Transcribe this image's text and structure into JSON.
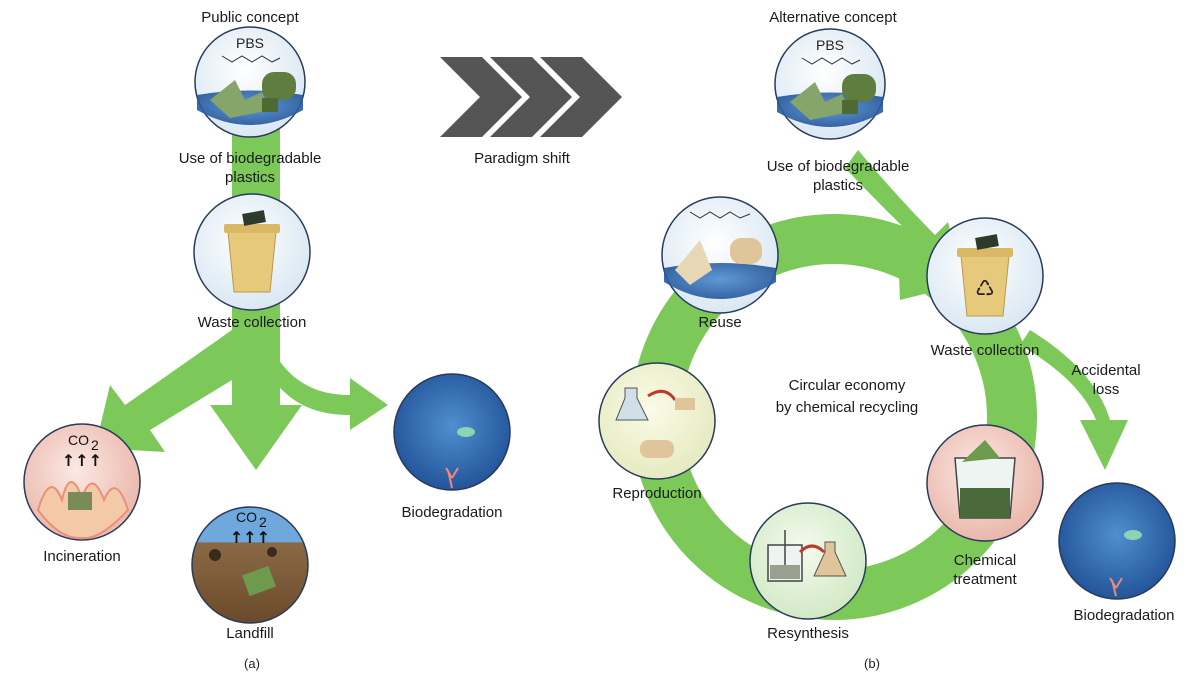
{
  "panel_a": {
    "title": "Public concept",
    "top_node": {
      "label_line1": "Use of biodegradable",
      "label_line2": "plastics",
      "chem_label": "PBS"
    },
    "waste": {
      "label": "Waste collection"
    },
    "incineration": {
      "label": "Incineration",
      "co2": "CO",
      "co2_sub": "2"
    },
    "landfill": {
      "label": "Landfill",
      "co2": "CO",
      "co2_sub": "2"
    },
    "biodegradation": {
      "label": "Biodegradation"
    },
    "caption": "(a)"
  },
  "shift": {
    "label": "Paradigm shift"
  },
  "panel_b": {
    "title": "Alternative concept",
    "top_node": {
      "label_line1": "Use of biodegradable",
      "label_line2": "plastics",
      "chem_label": "PBS"
    },
    "reuse": {
      "label": "Reuse"
    },
    "waste": {
      "label": "Waste collection"
    },
    "accidental": {
      "line1": "Accidental",
      "line2": "loss"
    },
    "center": {
      "line1": "Circular economy",
      "line2": "by chemical recycling"
    },
    "reproduction": {
      "label": "Reproduction"
    },
    "chemical": {
      "line1": "Chemical",
      "line2": "treatment"
    },
    "resynthesis": {
      "label": "Resynthesis"
    },
    "biodegradation": {
      "label": "Biodegradation"
    },
    "caption": "(b)"
  },
  "colors": {
    "arrow_green": "#7cc95a",
    "arrow_green_dark": "#5db33c",
    "chevron_gray": "#555555",
    "circle_border": "#2a3a5a",
    "bin_yellow": "#e6c97a",
    "water_blue": "#2f6fb6"
  }
}
